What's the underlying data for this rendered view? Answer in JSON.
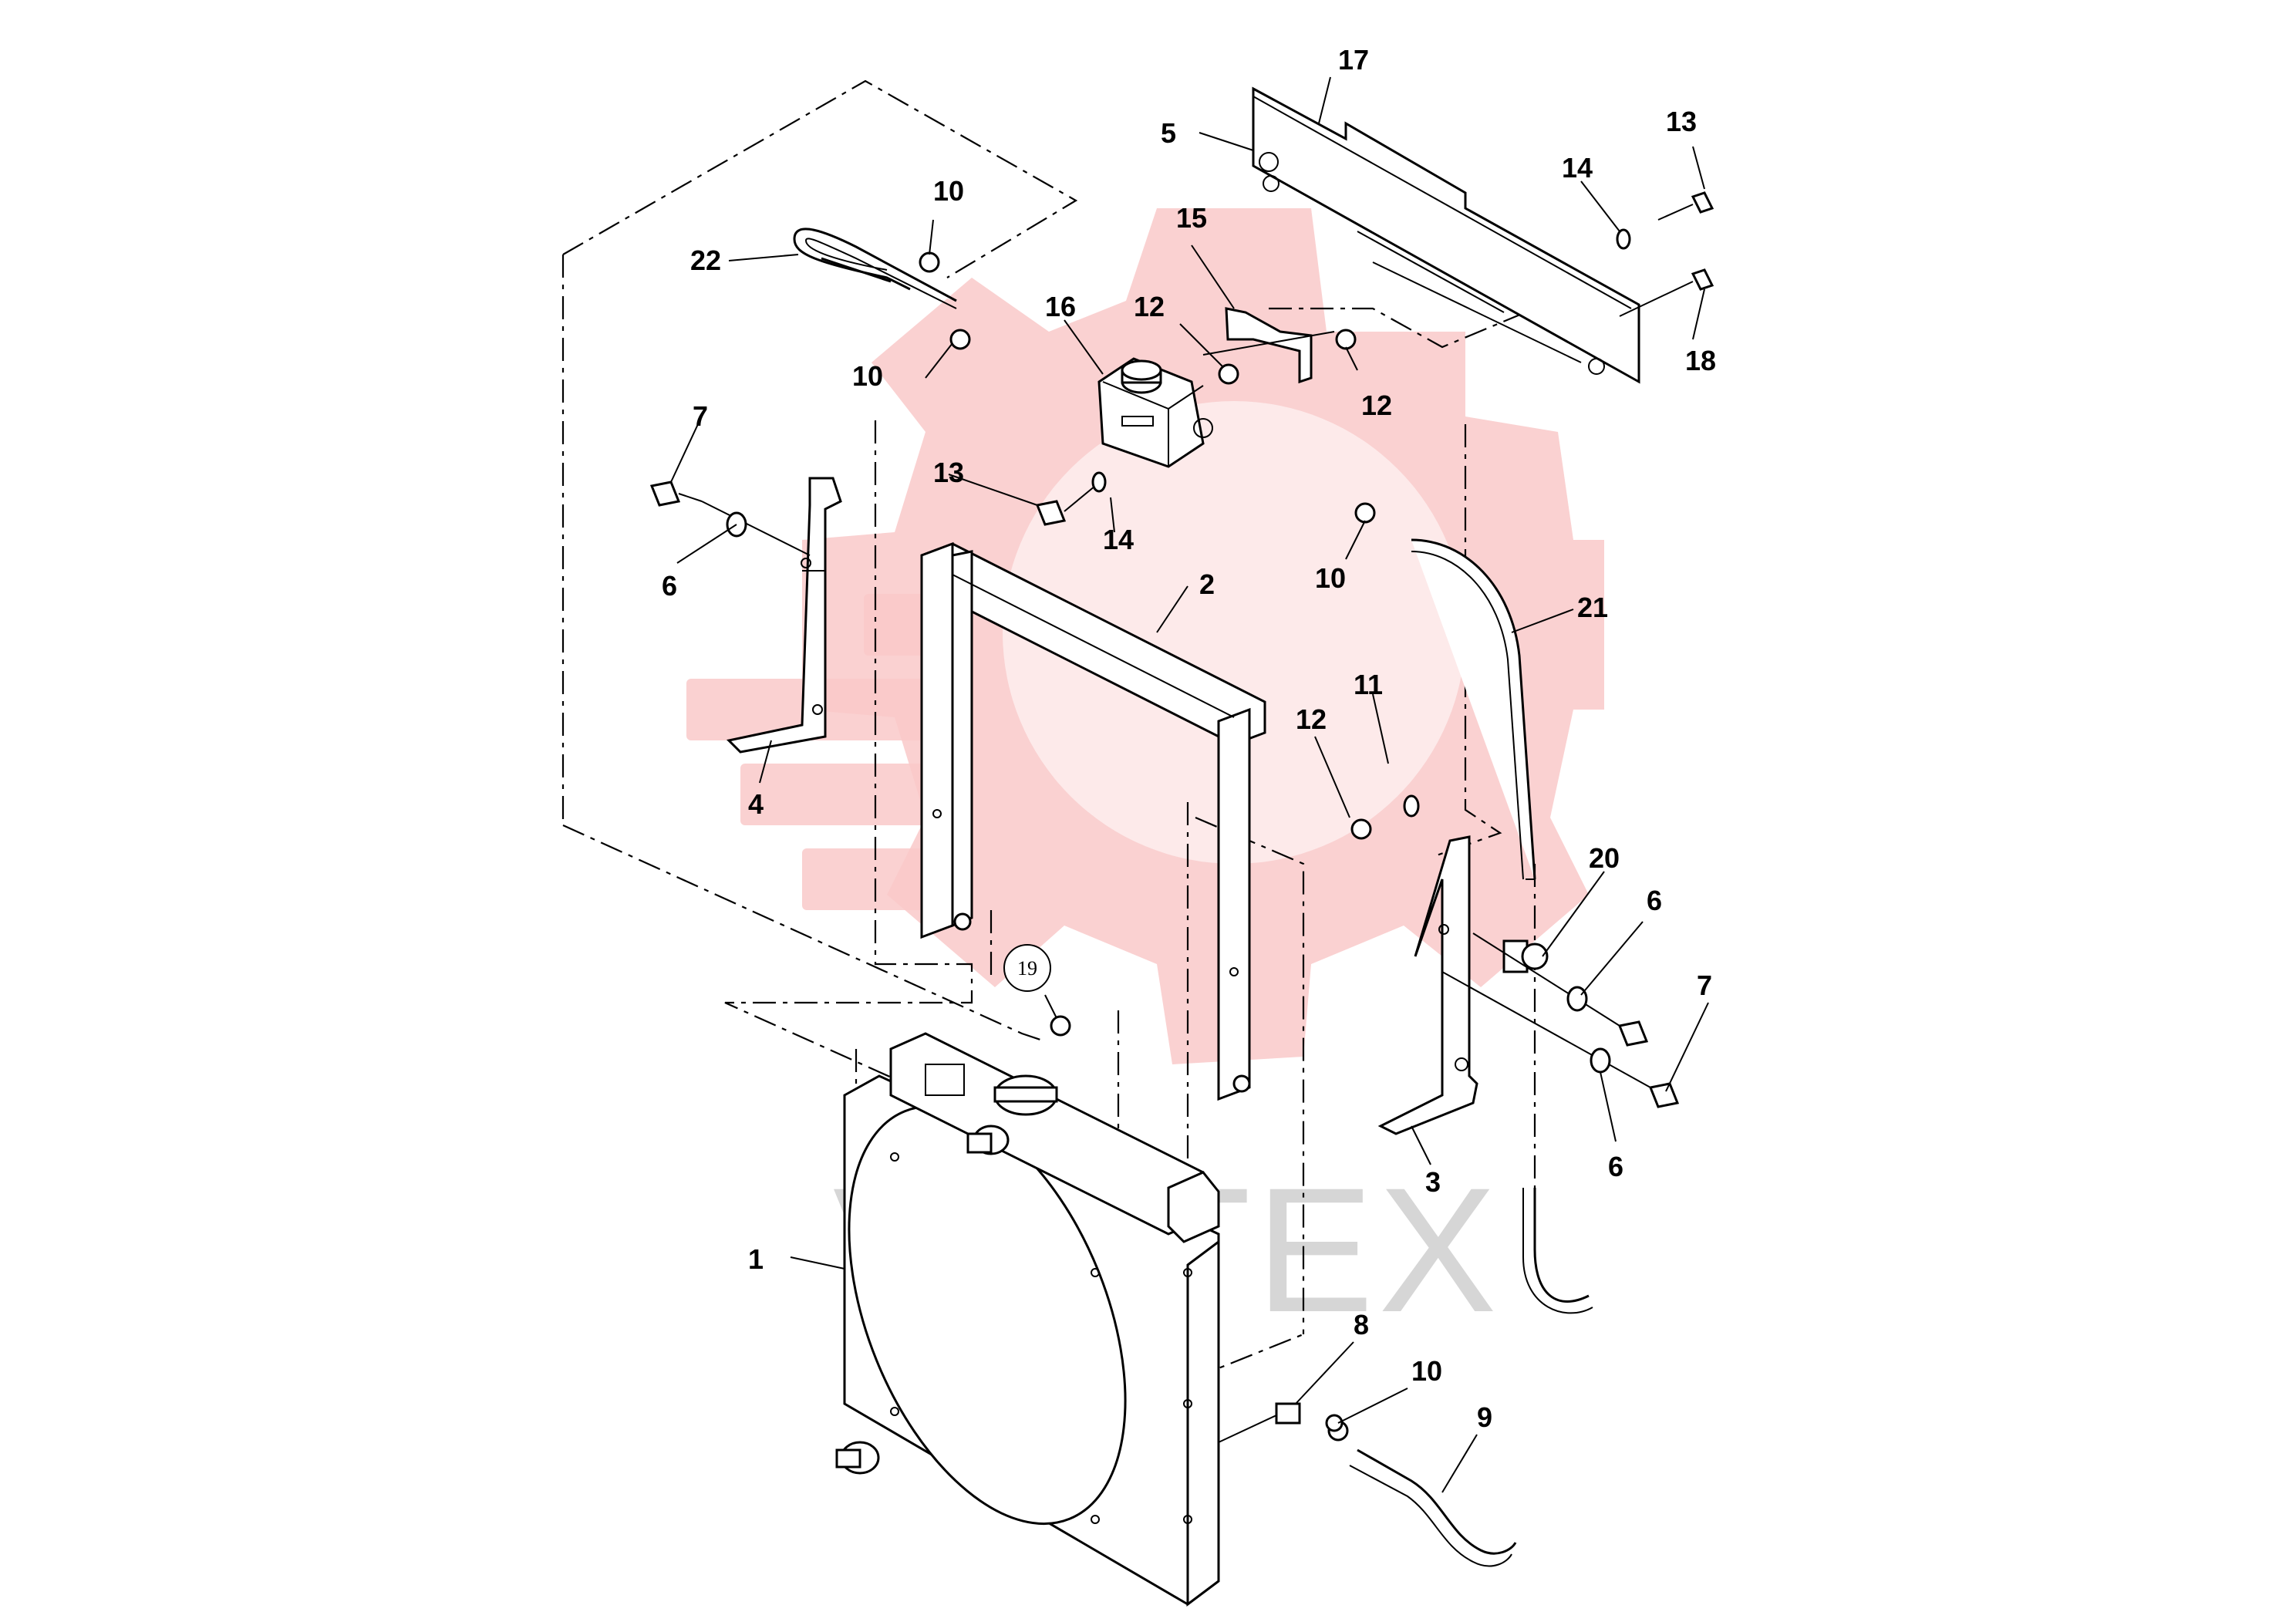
{
  "watermark": {
    "text": "VIHTEX",
    "gear_color": "#f9c9c9",
    "text_color": "#d6d6d6"
  },
  "callouts": {
    "c1": "1",
    "c2": "2",
    "c3": "3",
    "c4": "4",
    "c5": "5",
    "c6a": "6",
    "c6b": "6",
    "c6c": "6",
    "c7a": "7",
    "c7b": "7",
    "c8": "8",
    "c9": "9",
    "c10a": "10",
    "c10b": "10",
    "c10c": "10",
    "c10d": "10",
    "c11": "11",
    "c12a": "12",
    "c12b": "12",
    "c12c": "12",
    "c13a": "13",
    "c13b": "13",
    "c14a": "14",
    "c14b": "14",
    "c15": "15",
    "c16": "16",
    "c17": "17",
    "c18": "18",
    "c19": "19",
    "c20": "20",
    "c21": "21",
    "c22": "22"
  }
}
